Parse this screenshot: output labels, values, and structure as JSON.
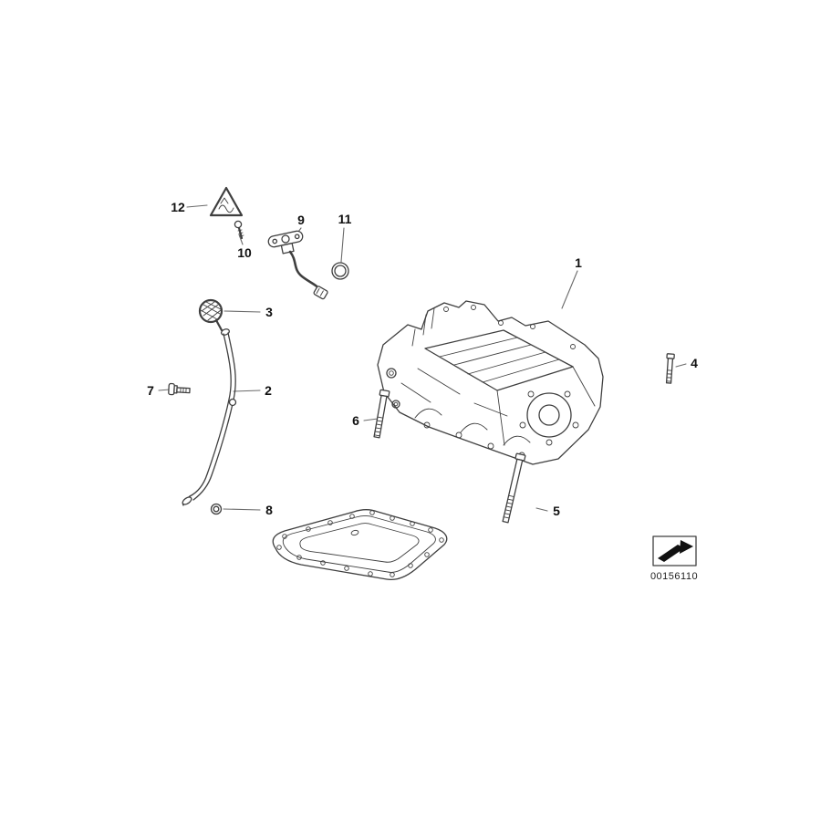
{
  "figure": {
    "part_code": "00156110",
    "callouts": [
      {
        "label": "1"
      },
      {
        "label": "2"
      },
      {
        "label": "3"
      },
      {
        "label": "4"
      },
      {
        "label": "5"
      },
      {
        "label": "6"
      },
      {
        "label": "7"
      },
      {
        "label": "8"
      },
      {
        "label": "9"
      },
      {
        "label": "10"
      },
      {
        "label": "11"
      },
      {
        "label": "12"
      }
    ]
  },
  "icons": {
    "warning": "warning-triangle-icon",
    "photo_direction": "direction-arrow-icon"
  },
  "colors": {
    "background": "#ffffff",
    "line": "#3f3f3f",
    "label": "#111111",
    "leader": "#6a6a6a"
  }
}
